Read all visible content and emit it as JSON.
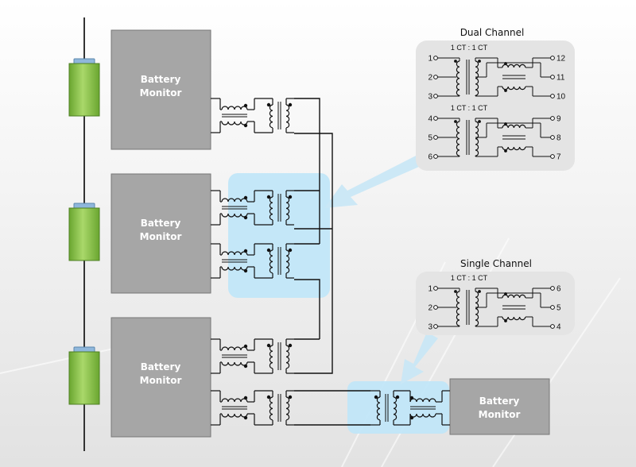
{
  "colors": {
    "monitor": "#a6a6a6",
    "cell": "#8cc63f",
    "highlight": "#bfe6f8",
    "arrow": "#c9e7f6",
    "panel": "#e4e4e4",
    "wire": "#111111"
  },
  "monitors": [
    {
      "line1": "Battery",
      "line2": "Monitor"
    },
    {
      "line1": "Battery",
      "line2": "Monitor"
    },
    {
      "line1": "Battery",
      "line2": "Monitor"
    },
    {
      "line1": "Battery",
      "line2": "Monitor"
    }
  ],
  "dual_channel": {
    "title": "Dual Channel",
    "ratio_label": "1 CT : 1 CT",
    "upper": {
      "left_pins": [
        "1",
        "2",
        "3"
      ],
      "right_pins": [
        "12",
        "11",
        "10"
      ]
    },
    "lower": {
      "left_pins": [
        "4",
        "5",
        "6"
      ],
      "right_pins": [
        "9",
        "8",
        "7"
      ]
    }
  },
  "single_channel": {
    "title": "Single Channel",
    "ratio_label": "1 CT : 1 CT",
    "left_pins": [
      "1",
      "2",
      "3"
    ],
    "right_pins": [
      "6",
      "5",
      "4"
    ]
  }
}
